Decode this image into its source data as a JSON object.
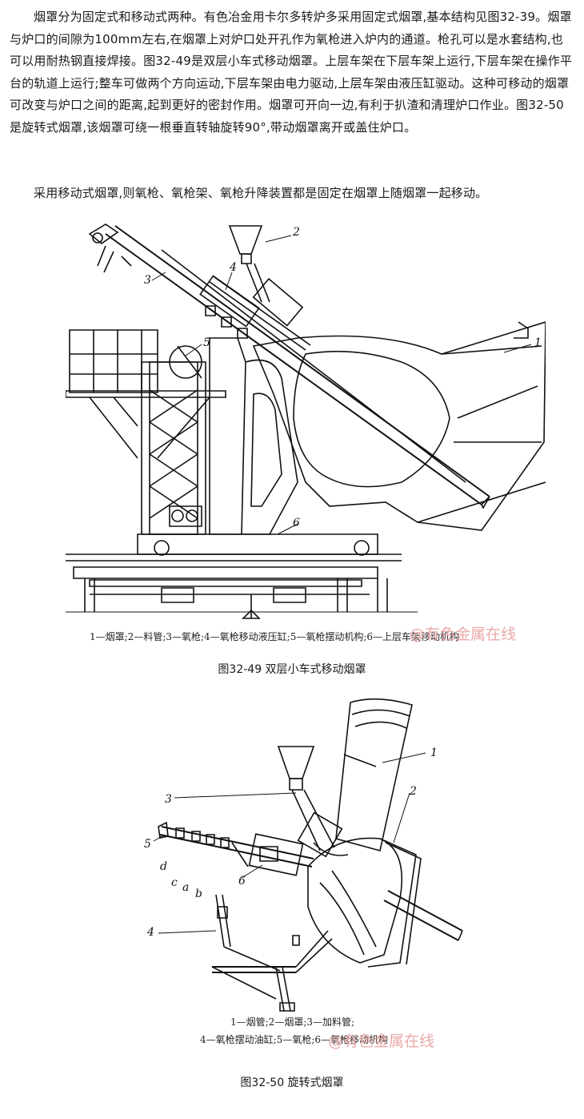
{
  "paragraphs": {
    "p1": "烟罩分为固定式和移动式两种。有色冶金用卡尔多转炉多采用固定式烟罩,基本结构见图32-39。烟罩与炉口的间隙为100mm左右,在烟罩上对炉口处开孔作为氧枪进入炉内的通道。枪孔可以是水套结构,也可以用耐热钢直接焊接。图32-49是双层小车式移动烟罩。上层车架在下层车架上运行,下层车架在操作平台的轨道上运行;整车可做两个方向运动,下层车架由电力驱动,上层车架由液压缸驱动。这种可移动的烟罩可改变与炉口之间的距离,起到更好的密封作用。烟罩可开向一边,有利于扒渣和清理炉口作业。图32-50是旋转式烟罩,该烟罩可绕一根垂直转轴旋转90°,带动烟罩离开或盖住炉口。",
    "p2": "采用移动式烟罩,则氧枪、氧枪架、氧枪升降装置都是固定在烟罩上随烟罩一起移动。"
  },
  "figure1": {
    "labels": [
      "1",
      "2",
      "3",
      "4",
      "5",
      "6"
    ],
    "legend": "1—烟罩;2—料管;3—氧枪;4—氧枪移动液压缸;5—氧枪摆动机构;6—上层车架移动机构",
    "watermark": "@有色金属在线",
    "caption": "图32-49 双层小车式移动烟罩"
  },
  "figure2": {
    "labels": [
      "1",
      "2",
      "3",
      "4",
      "5",
      "6"
    ],
    "sub_labels": [
      "d",
      "c",
      "a",
      "b"
    ],
    "legend_line1": "1—烟管;2—烟罩;3—加料管;",
    "legend_line2": "4—氧枪摆动油缸;5—氧枪;6—氧枪移动机构",
    "watermark": "@有色金属在线",
    "caption": "图32-50 旋转式烟罩"
  }
}
